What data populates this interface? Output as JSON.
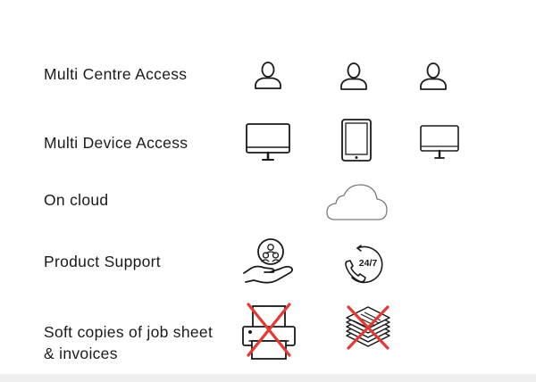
{
  "rows": [
    {
      "label": "Multi Centre Access"
    },
    {
      "label": "Multi Device Access"
    },
    {
      "label": "On cloud"
    },
    {
      "label": "Product Support"
    },
    {
      "label_line1": "Soft copies of job sheet",
      "label_line2": "& invoices"
    }
  ],
  "support_hours_badge": "24/7",
  "icons": {
    "row1": [
      "user-icon",
      "user-icon",
      "user-icon"
    ],
    "row2": [
      "monitor-icon",
      "tablet-icon",
      "monitor-icon"
    ],
    "row3": [
      "cloud-icon"
    ],
    "row4": [
      "support-hand-icon",
      "phone-24-7-icon"
    ],
    "row5": [
      "printer-crossed-icon",
      "papers-crossed-icon"
    ]
  },
  "colors": {
    "text": "#1a1a1a",
    "cross": "#e53935",
    "background": "#ffffff"
  }
}
